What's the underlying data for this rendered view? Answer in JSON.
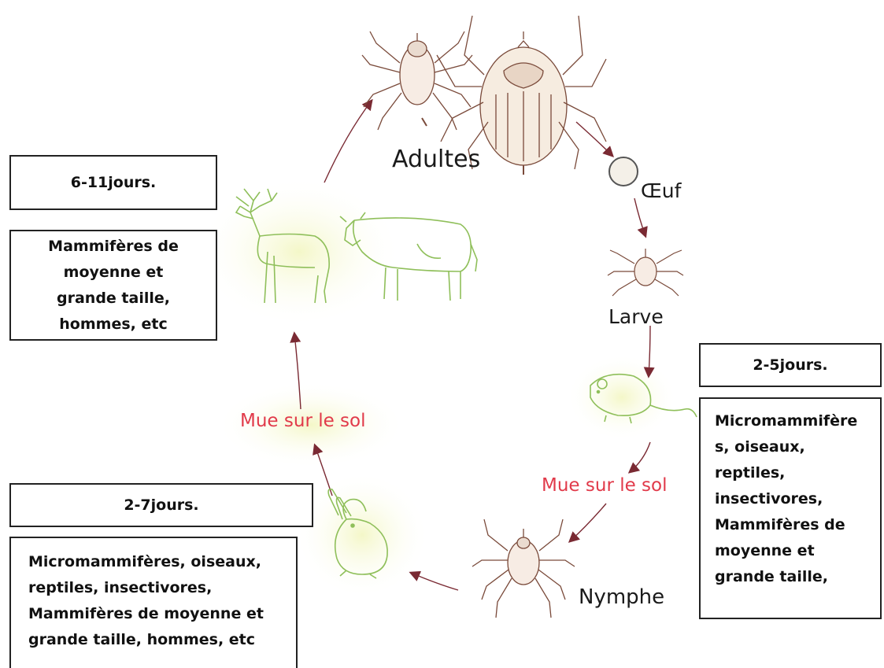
{
  "stages": {
    "adult": "Adultes",
    "egg": "Œuf",
    "larva": "Larve",
    "nymph": "Nymphe"
  },
  "molts": {
    "left": "Mue sur le sol",
    "right": "Mue sur le sol"
  },
  "boxes": {
    "adult_duration": "6-11jours.",
    "adult_hosts": "Mammifères de moyenne et grande taille, hommes, etc",
    "larva_duration": "2-5jours.",
    "larva_hosts": "Micromammifère s, oiseaux, reptiles, insectivores, Mammifères de moyenne et grande taille,",
    "nymph_duration": "2-7jours.",
    "nymph_hosts": "Micromammifères, oiseaux, reptiles, insectivores, Mammifères de moyenne et grande taille, hommes, etc"
  },
  "colors": {
    "arrow": "#7a2a33",
    "molt_text": "#e13a4a",
    "host_green": "#8fbf5a",
    "tick_line": "#7a4a3a"
  }
}
